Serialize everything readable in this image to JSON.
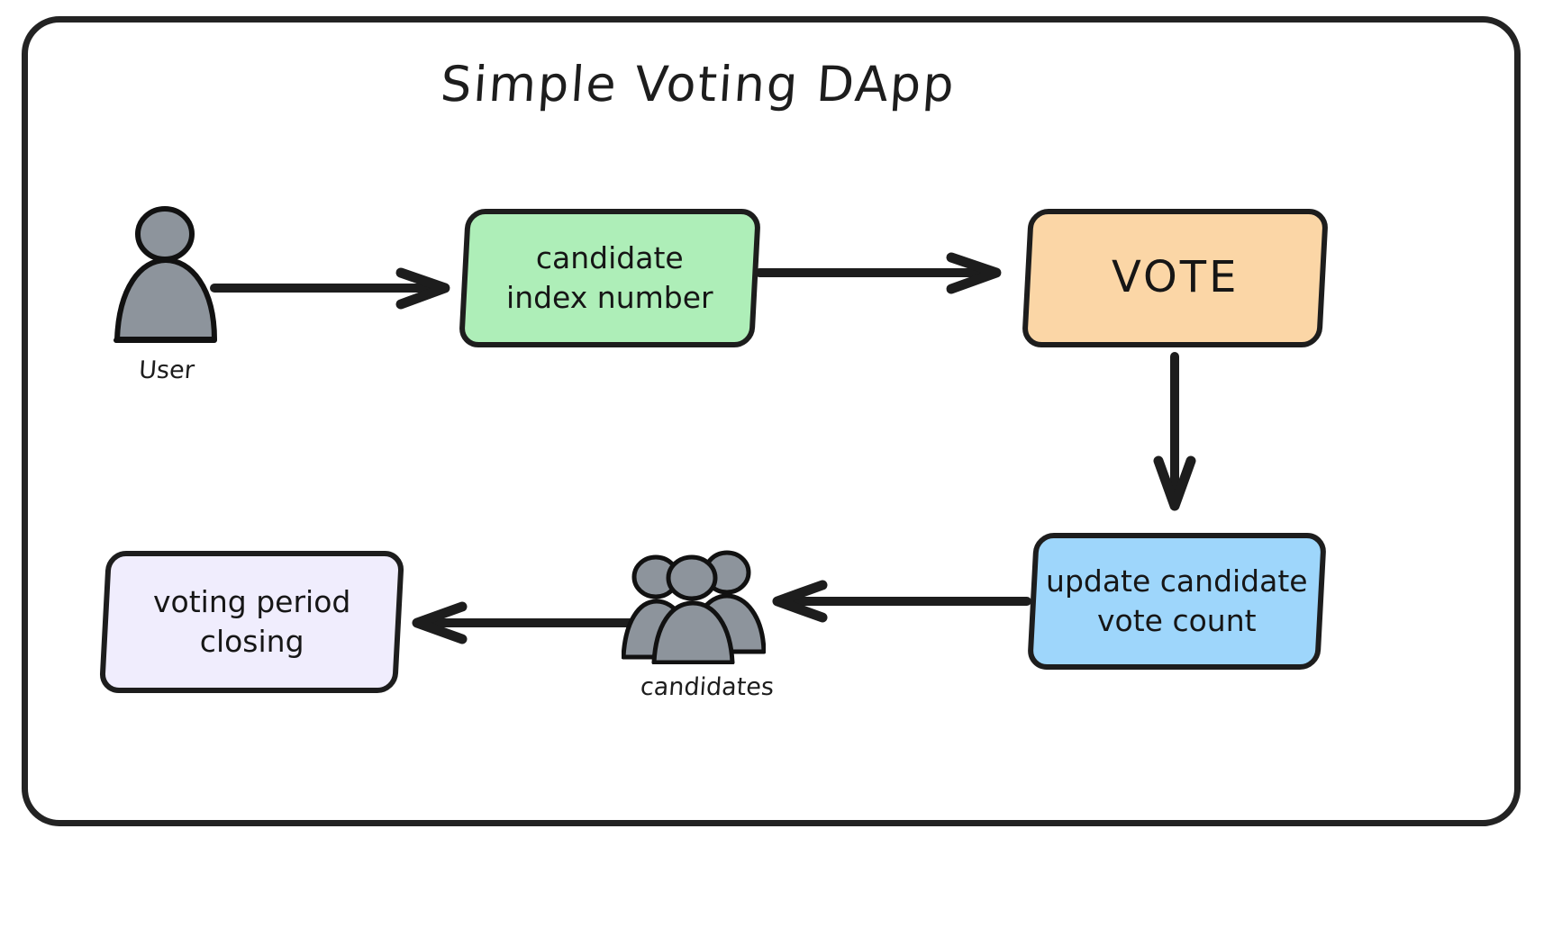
{
  "diagram": {
    "title": "Simple Voting DApp",
    "frame_color": "#232323",
    "background": "#ffffff",
    "nodes": [
      {
        "id": "candidate-index",
        "label": "candidate\nindex number",
        "fill": "#aeeeb8",
        "stroke": "#1d1d1d"
      },
      {
        "id": "vote",
        "label": "VOTE",
        "fill": "#fbd6a6",
        "stroke": "#1d1d1d"
      },
      {
        "id": "update-count",
        "label": "update candidate\nvote count",
        "fill": "#9ed6fb",
        "stroke": "#1d1d1d"
      },
      {
        "id": "voting-closing",
        "label": "voting period\nclosing",
        "fill": "#f0edfd",
        "stroke": "#1d1d1d"
      }
    ],
    "figures": [
      {
        "id": "user",
        "label": "User",
        "icon": "single-person-icon",
        "fill": "#8d949c"
      },
      {
        "id": "candidates",
        "label": "candidates",
        "icon": "group-of-people-icon",
        "fill": "#8d949c"
      }
    ],
    "edges": [
      {
        "id": "user-to-candidate-index",
        "from": "user",
        "to": "candidate-index",
        "direction": "right"
      },
      {
        "id": "candidate-index-to-vote",
        "from": "candidate-index",
        "to": "vote",
        "direction": "right"
      },
      {
        "id": "vote-to-update-count",
        "from": "vote",
        "to": "update-count",
        "direction": "down"
      },
      {
        "id": "update-count-to-candidates",
        "from": "update-count",
        "to": "candidates",
        "direction": "left"
      },
      {
        "id": "candidates-to-voting-closing",
        "from": "candidates",
        "to": "voting-closing",
        "direction": "left"
      }
    ],
    "arrow_color": "#1d1d1d"
  }
}
